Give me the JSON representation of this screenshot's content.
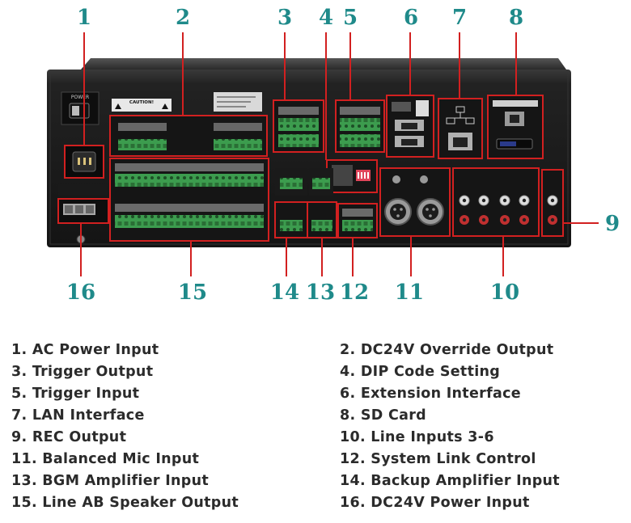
{
  "callout_numbers": [
    "1",
    "2",
    "3",
    "4",
    "5",
    "6",
    "7",
    "8",
    "9",
    "10",
    "11",
    "12",
    "13",
    "14",
    "15",
    "16"
  ],
  "panel_text": {
    "power_switch": "POWER",
    "caution": "CAUTION!"
  },
  "legend": [
    {
      "text": "1. AC Power Input"
    },
    {
      "text": "2. DC24V Override Output"
    },
    {
      "text": "3. Trigger Output"
    },
    {
      "text": "4. DIP Code Setting"
    },
    {
      "text": "5. Trigger Input"
    },
    {
      "text": "6. Extension Interface"
    },
    {
      "text": "7. LAN Interface"
    },
    {
      "text": "8. SD Card"
    },
    {
      "text": "9. REC Output"
    },
    {
      "text": "10. Line Inputs 3-6"
    },
    {
      "text": "11. Balanced Mic Input"
    },
    {
      "text": "12. System Link Control"
    },
    {
      "text": "13. BGM Amplifier Input"
    },
    {
      "text": "14. Backup Amplifier Input"
    },
    {
      "text": "15. Line AB Speaker Output"
    },
    {
      "text": "16. DC24V Power Input"
    }
  ],
  "colors": {
    "callout": "#1f8a8a",
    "highlight": "#d22020",
    "chassis": "#1c1c1c",
    "terminal": "#3c9c4e"
  }
}
